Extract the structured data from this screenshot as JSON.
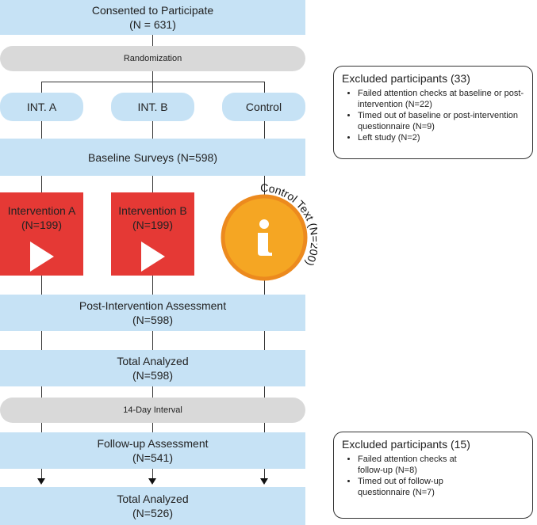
{
  "consented": {
    "title": "Consented to Participate",
    "n": "(N = 631)"
  },
  "randomization": "Randomization",
  "arms": [
    "INT. A",
    "INT. B",
    "Control"
  ],
  "baseline": "Baseline Surveys (N=598)",
  "intervention_a": {
    "title": "Intervention A",
    "n": "(N=199)"
  },
  "intervention_b": {
    "title": "Intervention B",
    "n": "(N=199)"
  },
  "control_text": "Control Text (N=200)",
  "post": {
    "title": "Post-Intervention Assessment",
    "n": "(N=598)"
  },
  "total1": {
    "title": "Total Analyzed",
    "n": "(N=598)"
  },
  "interval": "14-Day Interval",
  "followup": {
    "title": "Follow-up Assessment",
    "n": "(N=541)"
  },
  "total2": {
    "title": "Total Analyzed",
    "n": "(N=526)"
  },
  "excluded1": {
    "title": "Excluded participants (33)",
    "items": [
      "Failed attention checks at baseline or post-intervention (N=22)",
      "Timed out of baseline or post-intervention questionnaire (N=9)",
      "Left study (N=2)"
    ]
  },
  "excluded2": {
    "title": "Excluded participants (15)",
    "items": [
      "Failed attention checks at follow-up (N=8)",
      "Timed out of follow-up questionnaire (N=7)"
    ]
  }
}
